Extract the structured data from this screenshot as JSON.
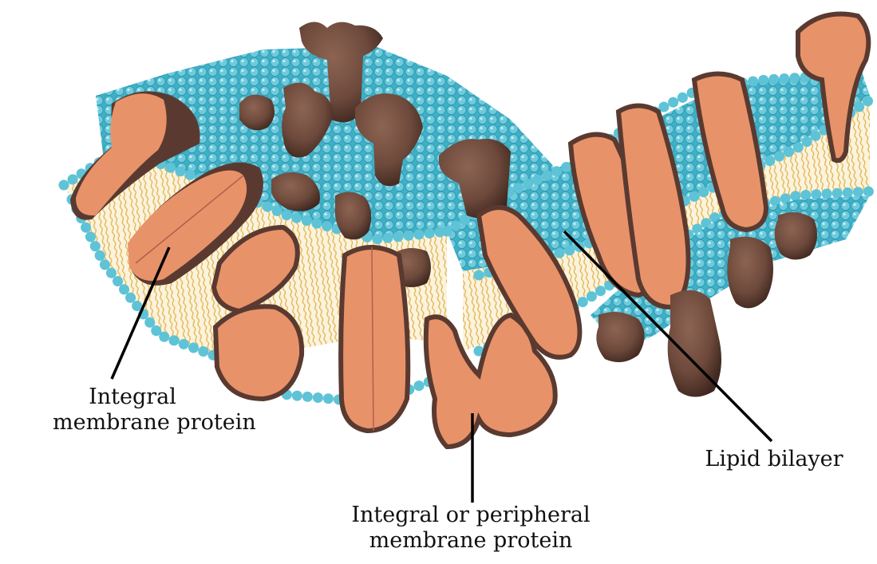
{
  "labels": {
    "integral_protein": {
      "line1": "Integral",
      "line2": "membrane protein"
    },
    "peripheral_protein": {
      "line1": "Integral or peripheral",
      "line2": "membrane protein"
    },
    "lipid_bilayer": {
      "line1": "Lipid bilayer"
    }
  },
  "colors": {
    "lipid_head": "#5ec3d6",
    "lipid_head_dark": "#2a97b0",
    "lipid_tail": "#e2b24e",
    "bilayer_core": "#fbf3dc",
    "protein_cut_face": "#e8926a",
    "protein_surface": "#6e4a3c",
    "protein_surface_dark": "#4e3128",
    "leader_line": "#000000"
  },
  "icons": [
    "membrane-illustration"
  ]
}
